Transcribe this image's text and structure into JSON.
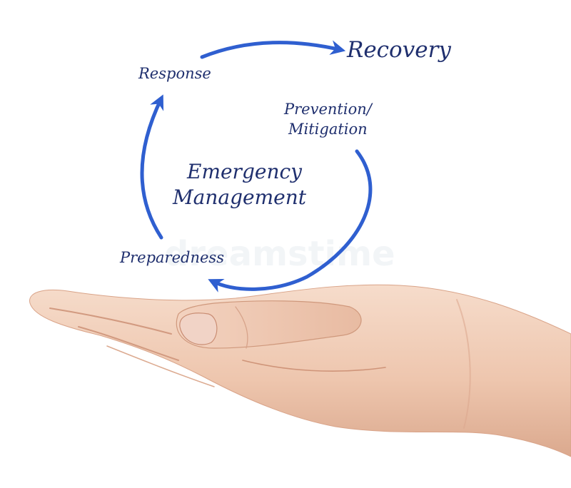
{
  "diagram": {
    "center_title_line1": "Emergency",
    "center_title_line2": "Management",
    "stages": {
      "recovery": "Recovery",
      "response": "Response",
      "prevention_line1": "Prevention/",
      "prevention_line2": "Mitigation",
      "preparedness": "Preparedness"
    }
  },
  "watermark": {
    "text": "dreamstime"
  },
  "colors": {
    "arrow": "#2f5fd0",
    "text": "#1f2f6e",
    "skin": "#eec9b3",
    "background": "#ffffff"
  },
  "icons": {
    "hand": "open-palm-hand"
  }
}
